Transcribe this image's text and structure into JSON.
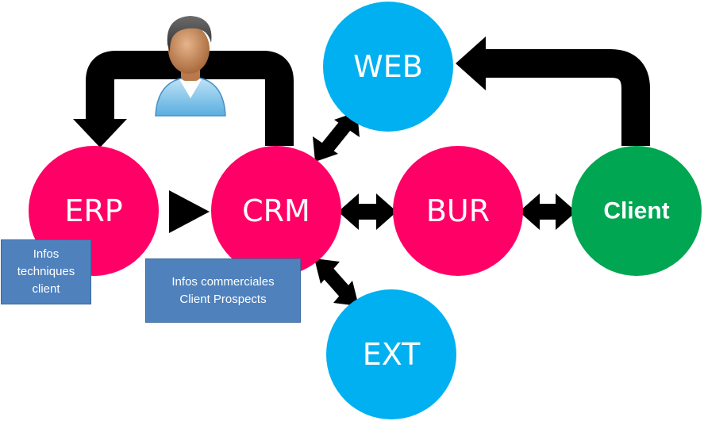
{
  "nodes": {
    "erp": {
      "label": "ERP",
      "color": "#ff0066"
    },
    "crm": {
      "label": "CRM",
      "color": "#ff0066"
    },
    "bur": {
      "label": "BUR",
      "color": "#ff0066"
    },
    "client": {
      "label": "Client",
      "color": "#00a651"
    },
    "web": {
      "label": "WEB",
      "color": "#00b0f0"
    },
    "ext": {
      "label": "EXT",
      "color": "#00b0f0"
    }
  },
  "info_boxes": {
    "techniques": {
      "lines": [
        "Infos",
        "techniques",
        "client"
      ]
    },
    "commerciales": {
      "lines": [
        "Infos commerciales",
        "Client Prospects"
      ]
    }
  },
  "icons": {
    "user": "user-icon"
  }
}
